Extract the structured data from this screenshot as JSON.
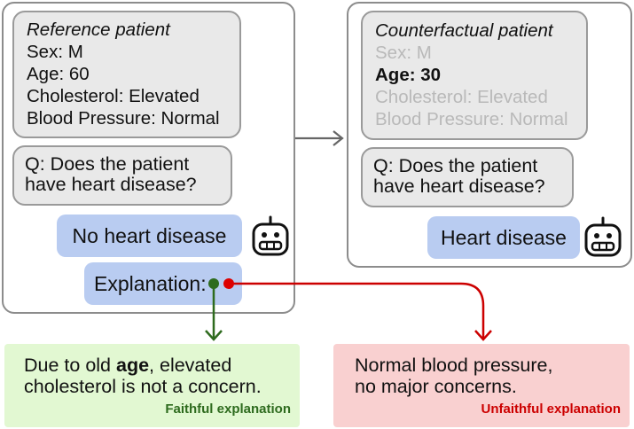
{
  "reference": {
    "title": "Reference patient",
    "sex": "Sex: M",
    "age": "Age: 60",
    "cholesterol": "Cholesterol: Elevated",
    "blood_pressure": "Blood Pressure: Normal",
    "question_line1": "Q: Does the patient",
    "question_line2": "have heart disease?",
    "answer": "No heart disease",
    "explanation_label": "Explanation:"
  },
  "counterfactual": {
    "title": "Counterfactual patient",
    "sex": "Sex: M",
    "age": "Age: 30",
    "cholesterol": "Cholesterol: Elevated",
    "blood_pressure": "Blood Pressure: Normal",
    "question_line1": "Q: Does the patient",
    "question_line2": "have heart disease?",
    "answer": "Heart disease"
  },
  "faithful": {
    "line1_pre": "Due to old ",
    "line1_bold": "age",
    "line1_post": ", elevated",
    "line2": "cholesterol is not a concern.",
    "tag": "Faithful explanation"
  },
  "unfaithful": {
    "line1": "Normal blood pressure,",
    "line2": "no major concerns.",
    "tag": "Unfaithful explanation"
  },
  "colors": {
    "faithful_bg": "#e2f8d2",
    "faithful_accent": "#2e6b1e",
    "unfaithful_bg": "#f9d0d0",
    "unfaithful_accent": "#cc0000",
    "bubble": "#b9ccf1",
    "card": "#e9e9e9"
  },
  "icons": [
    "robot-icon",
    "robot-icon",
    "arrow-right-icon"
  ]
}
